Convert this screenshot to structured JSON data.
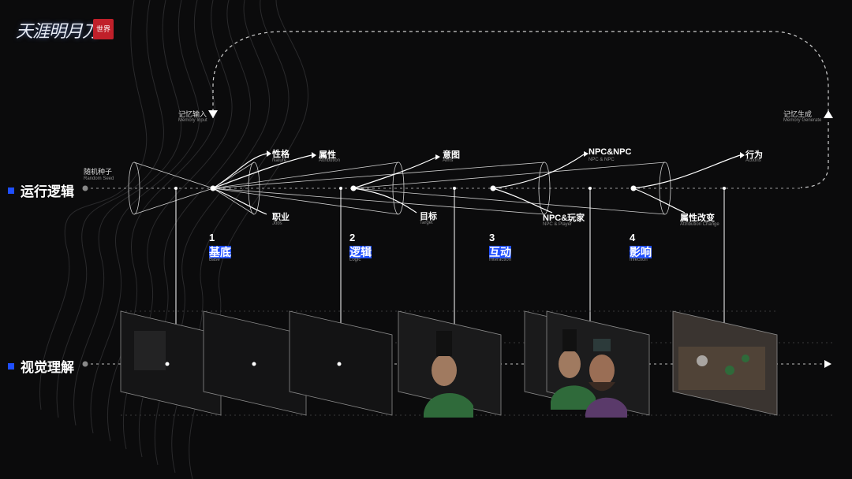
{
  "brand": {
    "logo_text": "天涯明月刀",
    "seal": "世界"
  },
  "rows": {
    "logic_title": "运行逻辑",
    "visual_title": "视觉理解"
  },
  "seed": {
    "cn": "随机种子",
    "en": "Random Seed"
  },
  "memory": {
    "input_cn": "记忆输入",
    "input_en": "Memory Input",
    "generate_cn": "记忆生成",
    "generate_en": "Memory Generate"
  },
  "attributes": [
    {
      "cn": "性格",
      "en": "Nature"
    },
    {
      "cn": "属性",
      "en": "Attribution"
    },
    {
      "cn": "职业",
      "en": "Jobs"
    },
    {
      "cn": "意图",
      "en": "Aims"
    },
    {
      "cn": "目标",
      "en": "Target"
    },
    {
      "cn": "NPC&NPC",
      "en": "NPC & NPC"
    },
    {
      "cn": "NPC&玩家",
      "en": "NPC & Player"
    },
    {
      "cn": "行为",
      "en": "Actions"
    },
    {
      "cn": "属性改变",
      "en": "Attribution Change"
    }
  ],
  "stages": [
    {
      "num": "1",
      "cn": "基底",
      "en": "Base"
    },
    {
      "num": "2",
      "cn": "逻辑",
      "en": "Logic"
    },
    {
      "num": "3",
      "cn": "互动",
      "en": "Interaction"
    },
    {
      "num": "4",
      "cn": "影响",
      "en": "Infection"
    }
  ],
  "colors": {
    "accent": "#1f4fff",
    "background": "#0b0b0c",
    "line": "#ffffff"
  }
}
